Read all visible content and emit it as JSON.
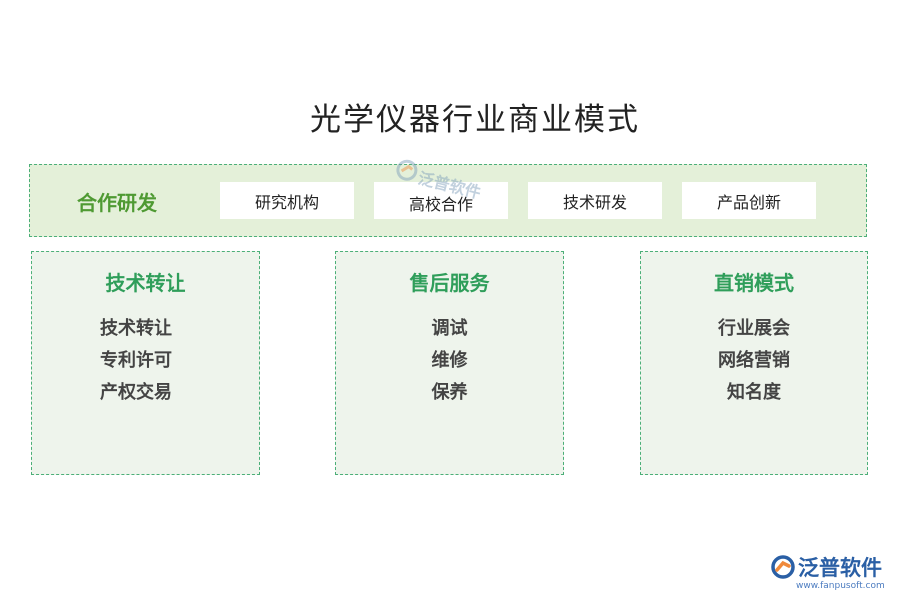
{
  "title": "光学仪器行业商业模式",
  "top_band": {
    "label": "合作研发",
    "items": [
      "研究机构",
      "高校合作",
      "技术研发",
      "产品创新"
    ]
  },
  "panels": [
    {
      "title": "技术转让",
      "items": [
        "技术转让",
        "专利许可",
        "产权交易"
      ]
    },
    {
      "title": "售后服务",
      "items": [
        "调试",
        "维修",
        "保养"
      ]
    },
    {
      "title": "直销模式",
      "items": [
        "行业展会",
        "网络营销",
        "知名度"
      ]
    }
  ],
  "watermark": {
    "text": "泛普软件"
  },
  "logo": {
    "name": "泛普软件",
    "url": "www.fanpusoft.com"
  },
  "colors": {
    "band_bg": "#e4f0d9",
    "panel_bg": "#eef4ec",
    "border": "#4caf78",
    "heading_green": "#2f9e5a",
    "band_label_green": "#4f9a33",
    "logo_blue": "#2a5fa5"
  }
}
